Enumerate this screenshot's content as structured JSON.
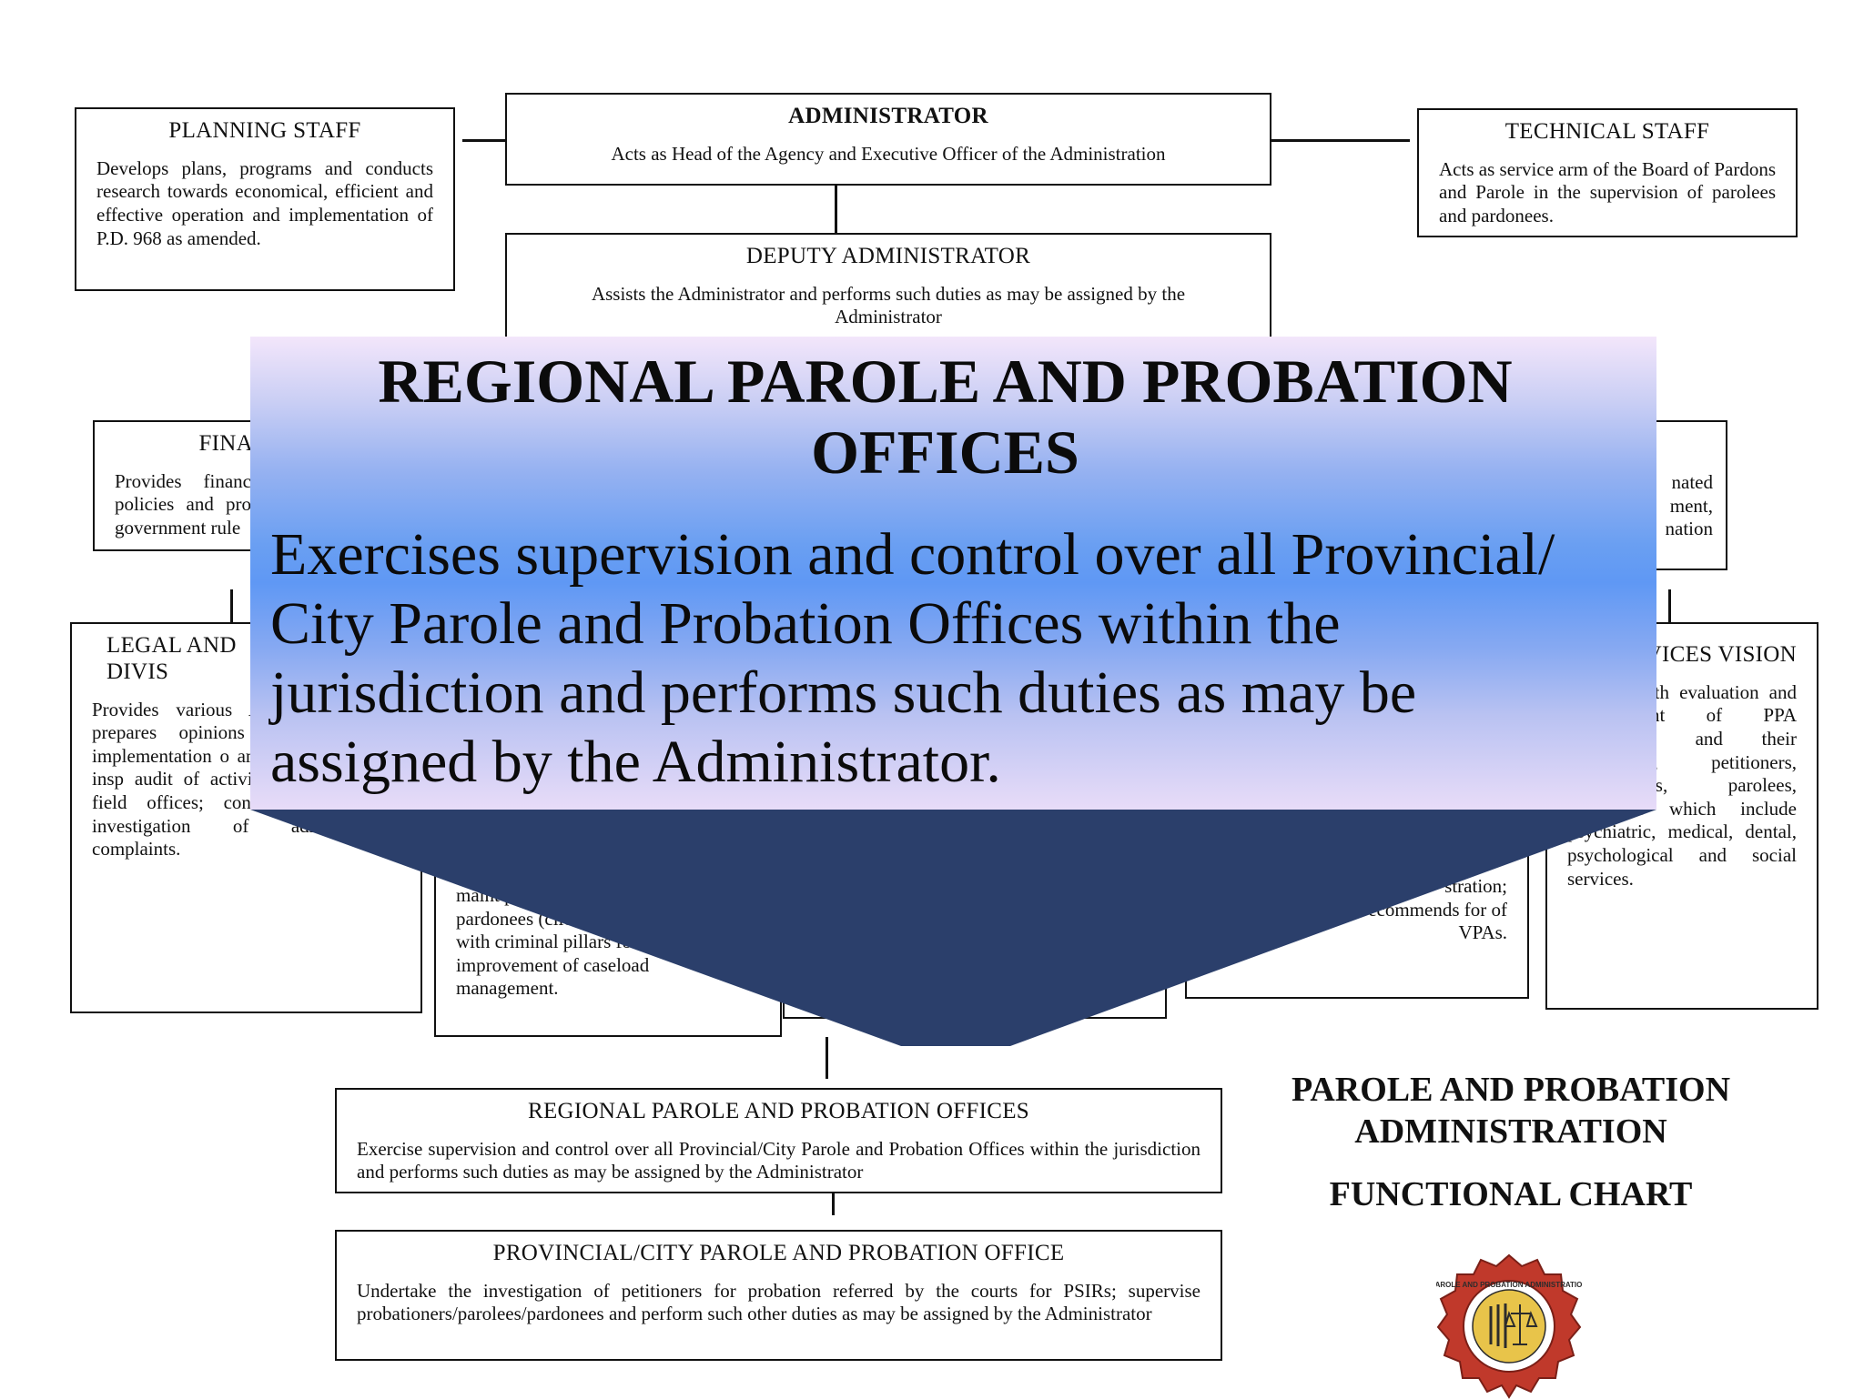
{
  "administrator": {
    "title": "ADMINISTRATOR",
    "desc": "Acts as Head of the Agency and Executive Officer of the Administration"
  },
  "planning_staff": {
    "title": "PLANNING STAFF",
    "desc": "Develops plans, programs and conducts research towards economical, efficient and effective operation and implementation of P.D. 968 as amended."
  },
  "technical_staff": {
    "title": "TECHNICAL STAFF",
    "desc": "Acts as service arm of the Board of Pardons and Parole in the supervision of parolees and pardonees."
  },
  "deputy_administrator": {
    "title": "DEPUTY ADMINISTRATOR",
    "desc": "Assists the Administrator and performs such duties as may be assigned by the Administrator"
  },
  "finance_partial": {
    "title": "FINA",
    "desc": "Provides financ policies and pro government rule"
  },
  "right_upper_partial": {
    "desc": "nated ment, nation"
  },
  "legal_division_partial": {
    "title": "LEGAL AND DIVIS",
    "desc": "Provides various Administration wi prepares opinions law that may implementation o amended; causes the insp audit of activities and operation field offices; conducts preliminary investigation of administrative complaints."
  },
  "clients_division_partial": {
    "desc": "maint petitioners/pr pardonees (clients) linkages with criminal pillars for improvement of caseload management."
  },
  "admin_division_partial": {
    "desc": "stration; ecommends for of VPAs."
  },
  "services_division_partial": {
    "title": "L SERVICES VISION",
    "desc": "the ion with evaluation and management of PPA employeess and their dependents, petitioners, probationers, parolees, pardonees which include psychiatric, medical, dental, psychological and social services."
  },
  "regional_offices": {
    "title": "REGIONAL PAROLE AND PROBATION OFFICES",
    "desc": "Exercise supervision and control over all Provincial/City Parole and Probation Offices within the jurisdiction and performs such duties as may be assigned by the Administrator"
  },
  "provincial_office": {
    "title": "PROVINCIAL/CITY PAROLE AND PROBATION OFFICE",
    "desc": "Undertake the investigation of petitioners for probation referred by the courts for PSIRs; supervise probationers/parolees/pardonees and perform such other duties as may be assigned by the Administrator"
  },
  "overlay": {
    "title": "REGIONAL PAROLE AND PROBATION OFFICES",
    "desc": "Exercises supervision and control over all Provincial/ City Parole and Probation Offices within the jurisdiction and performs such duties as may be assigned by the Administrator.",
    "arrow_color": "#2b3f6b"
  },
  "chart": {
    "title": "PAROLE AND PROBATION ADMINISTRATION",
    "subtitle": "FUNCTIONAL CHART"
  },
  "seal": {
    "text": "PAROLE AND PROBATION ADMINISTRATION",
    "colors": [
      "#c0392b",
      "#e8c44a",
      "#2c2c2c"
    ]
  }
}
